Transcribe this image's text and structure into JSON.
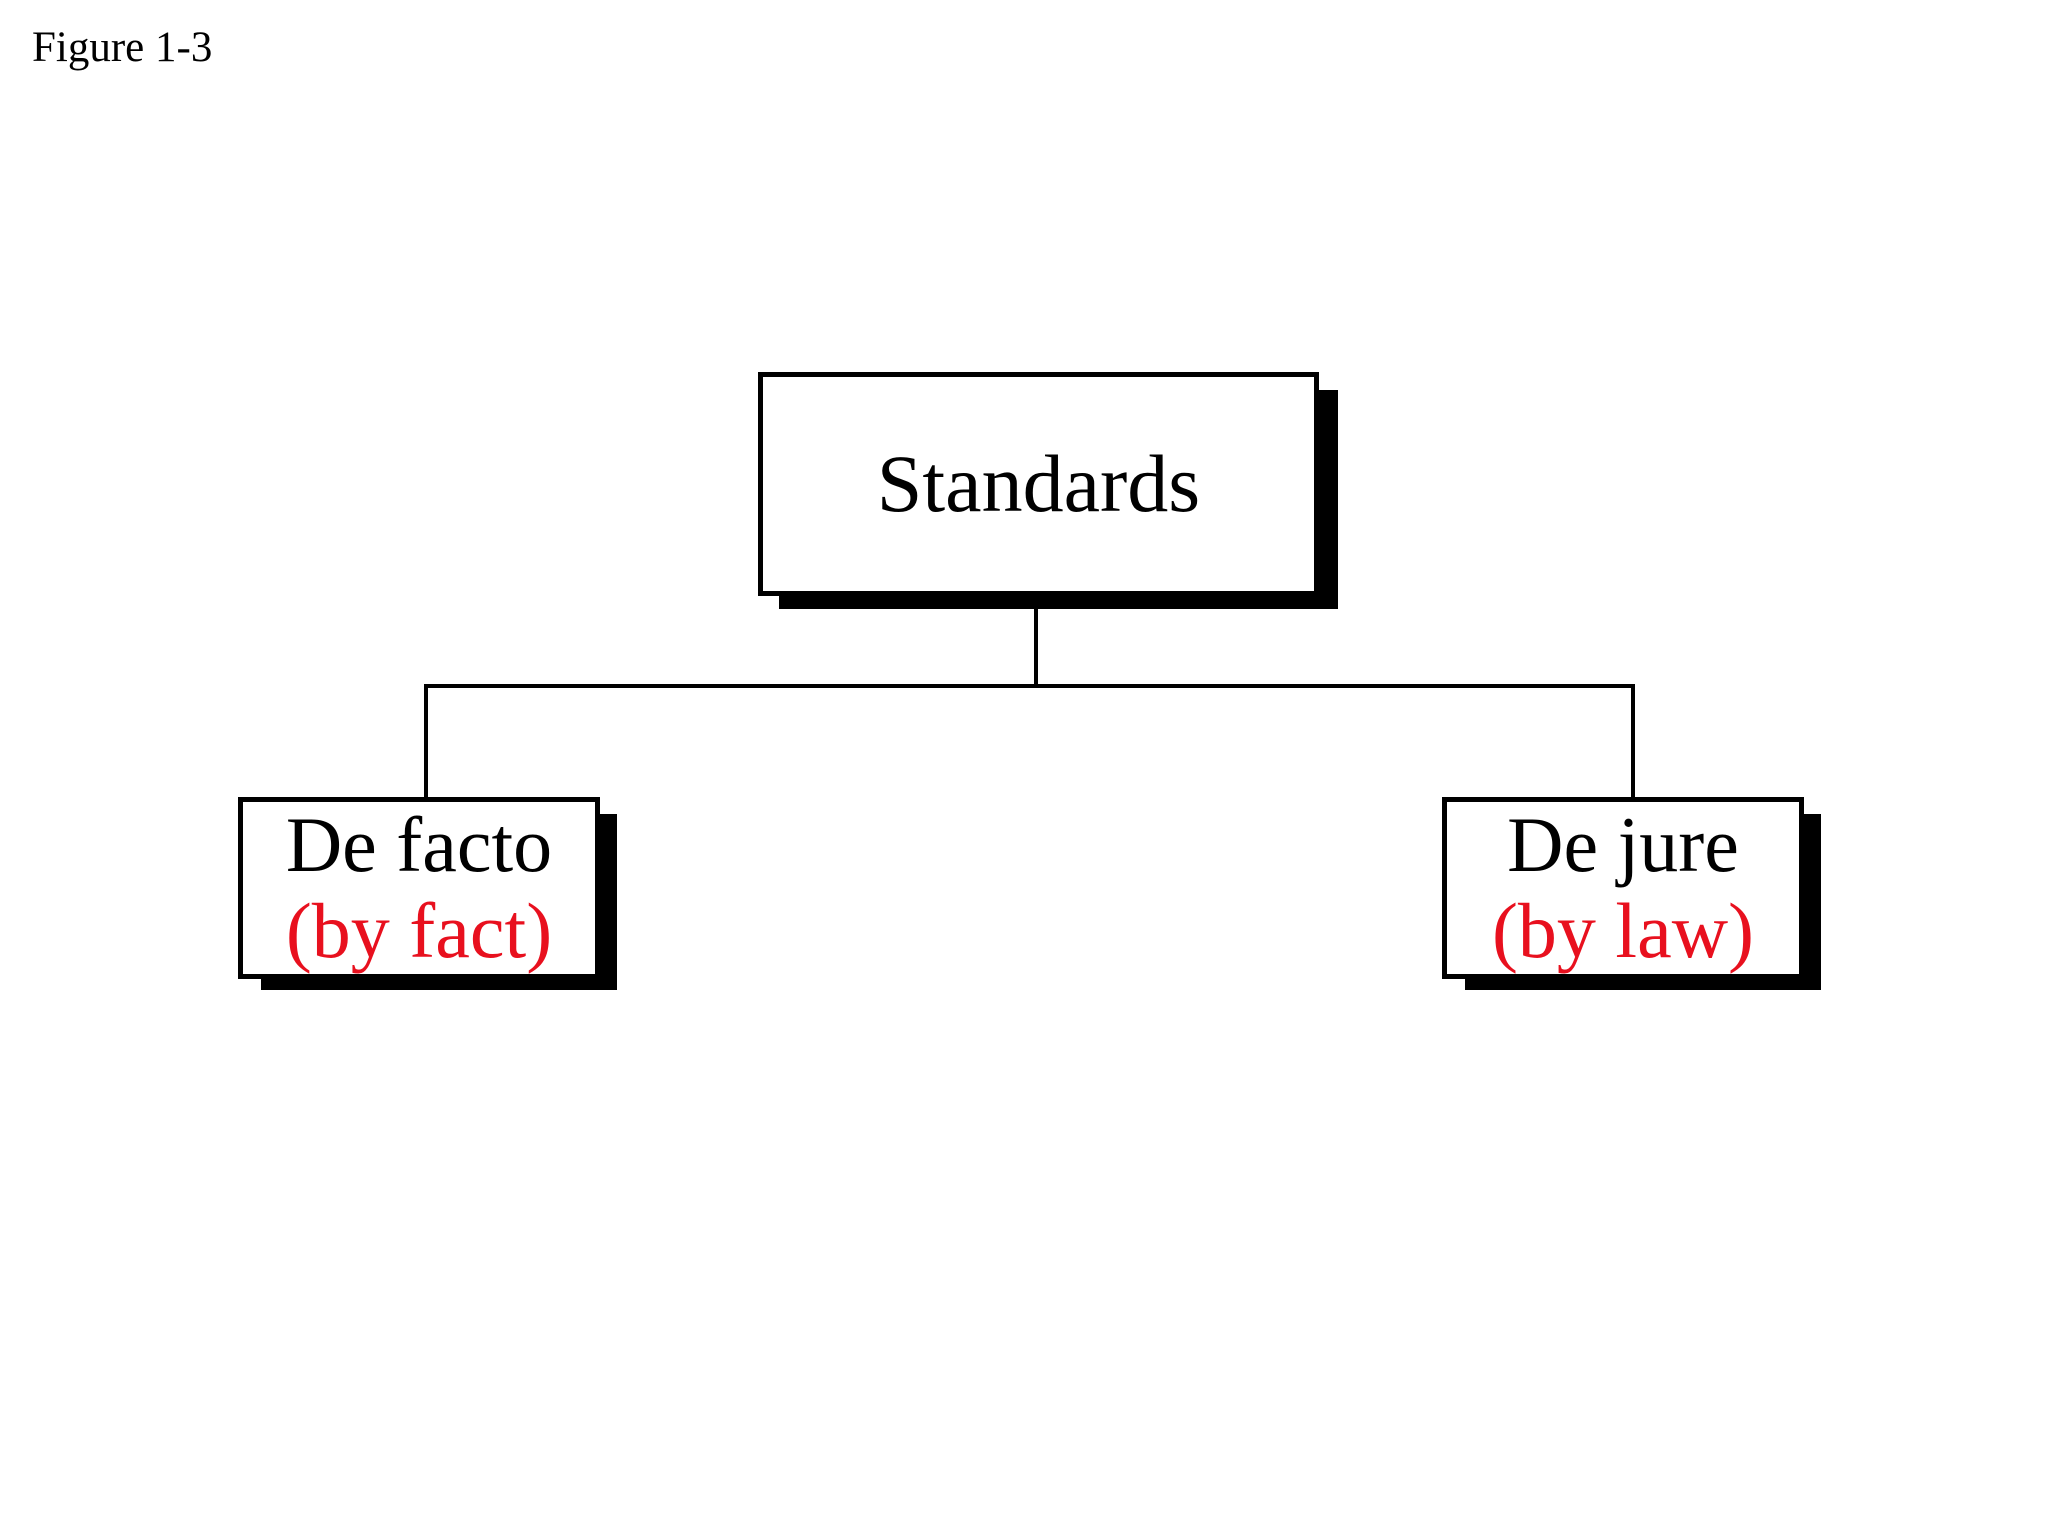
{
  "figure_label": "Figure 1-3",
  "colors": {
    "text": "#000000",
    "subtitle": "#e8101e",
    "border": "#000000",
    "shadow": "#000000",
    "background": "#ffffff"
  },
  "root": {
    "title": "Standards"
  },
  "children": [
    {
      "title": "De facto",
      "subtitle": "(by fact)"
    },
    {
      "title": "De jure",
      "subtitle": "(by law)"
    }
  ]
}
